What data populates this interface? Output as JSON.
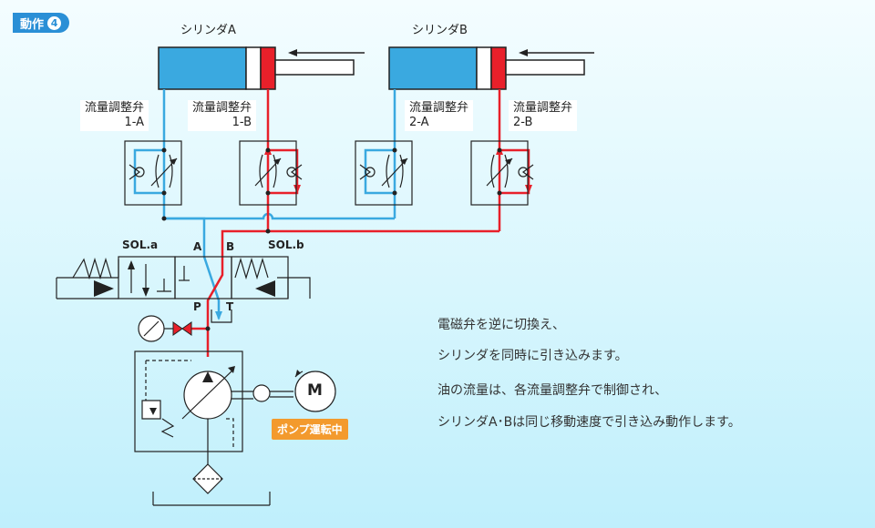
{
  "badge": {
    "text": "動作",
    "number": "4"
  },
  "cylinders": [
    {
      "label": "シリンダA"
    },
    {
      "label": "シリンダB"
    }
  ],
  "flow_valves": [
    {
      "title": "流量調整弁",
      "id": "1-A"
    },
    {
      "title": "流量調整弁",
      "id": "1-B"
    },
    {
      "title": "流量調整弁",
      "id": "2-A"
    },
    {
      "title": "流量調整弁",
      "id": "2-B"
    }
  ],
  "solenoid": {
    "sol_a": "SOL.a",
    "sol_b": "SOL.b",
    "port_a": "A",
    "port_b": "B",
    "port_p": "P",
    "port_t": "T"
  },
  "motor": {
    "label": "M"
  },
  "pump_status": "ポンプ運転中",
  "description": [
    "電磁弁を逆に切換え、",
    "シリンダを同時に引き込みます。",
    "油の流量は、各流量調整弁で制御され、",
    "シリンダA･Bは同じ移動速度で引き込み動作します。"
  ],
  "colors": {
    "pressure_line": "#e8202a",
    "return_line": "#3aa9e0",
    "cylinder_body": "#3aa9e0",
    "badge": "#2a8fd6",
    "pump_tag": "#f39a2d"
  }
}
